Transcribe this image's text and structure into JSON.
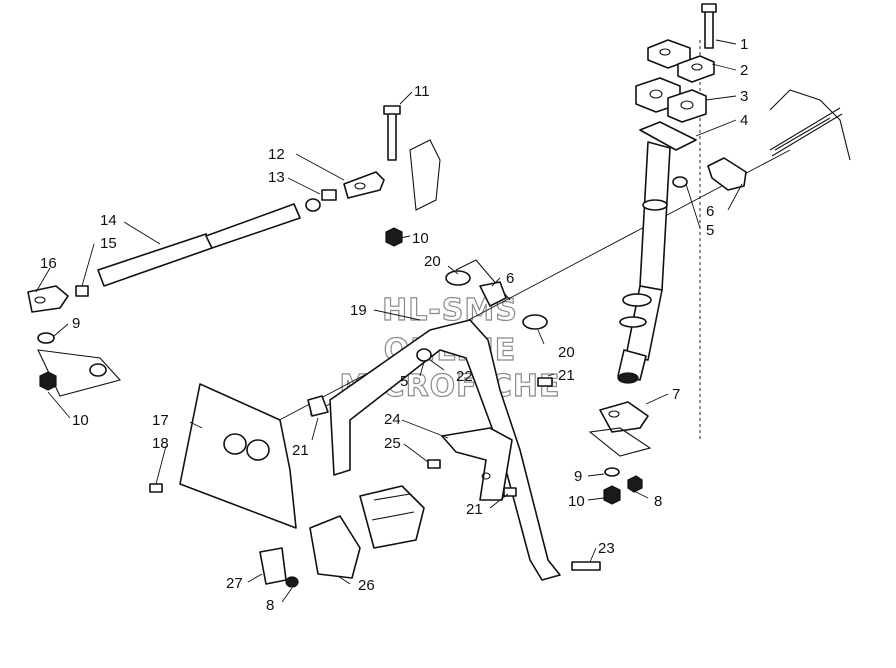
{
  "watermark": {
    "line1": "HL-SMS",
    "line2": "ONLINE",
    "line3": "MICROFICHE"
  },
  "callouts": [
    "1",
    "2",
    "3",
    "4",
    "5",
    "6",
    "7",
    "8",
    "9",
    "10",
    "11",
    "12",
    "13",
    "14",
    "15",
    "16",
    "17",
    "18",
    "19",
    "20",
    "21",
    "22",
    "23",
    "24",
    "25",
    "26",
    "27"
  ],
  "labels": {
    "c1": "1",
    "c2": "2",
    "c3": "3",
    "c4": "4",
    "c5a": "5",
    "c5b": "5",
    "c6a": "6",
    "c6b": "6",
    "c7": "7",
    "c8a": "8",
    "c8b": "8",
    "c9a": "9",
    "c9b": "9",
    "c10a": "10",
    "c10b": "10",
    "c10c": "10",
    "c11": "11",
    "c12": "12",
    "c13": "13",
    "c14": "14",
    "c15": "15",
    "c16": "16",
    "c17": "17",
    "c18": "18",
    "c19": "19",
    "c20a": "20",
    "c20b": "20",
    "c21a": "21",
    "c21b": "21",
    "c21c": "21",
    "c22": "22",
    "c23": "23",
    "c24": "24",
    "c25": "25",
    "c26": "26",
    "c27": "27"
  }
}
